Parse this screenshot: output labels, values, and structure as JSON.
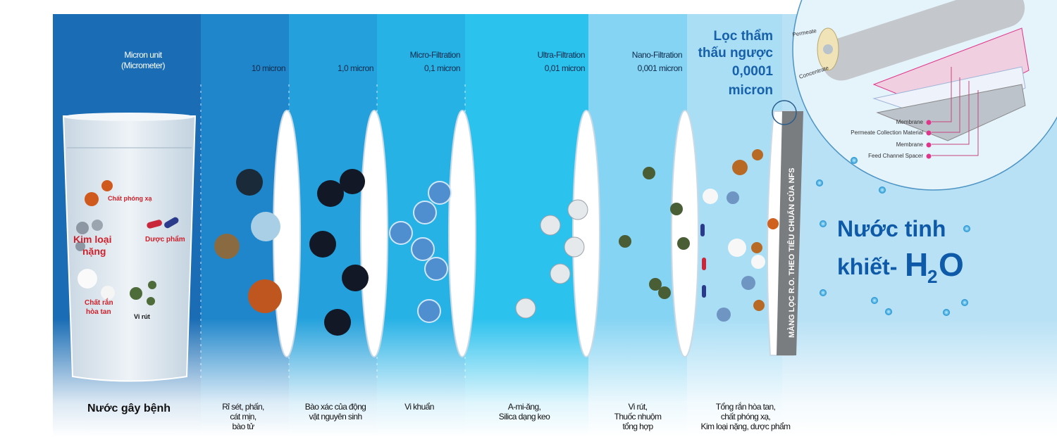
{
  "header": {
    "micron_unit": [
      "Micron unit",
      "(Micrometer)"
    ],
    "stages": [
      {
        "lines": [
          "10 micron"
        ]
      },
      {
        "lines": [
          "1,0 micron"
        ]
      },
      {
        "lines": [
          "Micro-Filtration",
          "0,1 micron"
        ]
      },
      {
        "lines": [
          "Ultra-Filtration",
          "0,01 micron"
        ]
      },
      {
        "lines": [
          "Nano-Filtration",
          "0,001 micron"
        ]
      }
    ],
    "ro_title": [
      "Lọc thẩm",
      "thấu ngược",
      "0,0001",
      "micron"
    ]
  },
  "glass": {
    "labels": {
      "radioactive": "Chất phóng xạ",
      "heavy_metal": [
        "Kim loại",
        "nặng"
      ],
      "pharma": "Dược phẩm",
      "dissolved": [
        "Chất rắn",
        "hòa tan"
      ],
      "virus": "Vi rút"
    }
  },
  "ro_membrane_label": "MÀNG LỌC R.O. THEO TIÊU CHUẨN CỦA NFS",
  "inset": {
    "permeate": "Permeate",
    "concentrate": "Concentrate",
    "layers": [
      "Membrane",
      "Permeate Collection Material",
      "Membrane",
      "Feed Channel Spacer"
    ]
  },
  "result": {
    "line1": "Nước tinh",
    "line2": "khiết-",
    "h": "H",
    "sub": "2",
    "o": "O"
  },
  "footer": [
    {
      "lines": [
        "Nước gây bệnh"
      ]
    },
    {
      "lines": [
        "Rỉ sét, phấn,",
        "cát mịn,",
        "bào tử"
      ]
    },
    {
      "lines": [
        "Bào xác của động",
        "vật nguyên sinh"
      ]
    },
    {
      "lines": [
        "Vi khuẩn"
      ]
    },
    {
      "lines": [
        "A-mi-ăng,",
        "Silica dạng keo"
      ]
    },
    {
      "lines": [
        "Vi rút,",
        "Thuốc nhuộm",
        "tổng hợp"
      ]
    },
    {
      "lines": [
        "Tổng rắn hòa tan,",
        "chất phóng xạ,",
        "Kim loại nặng, dược phẩm"
      ]
    }
  ],
  "colors": {
    "deep_blue": "#1a6db5",
    "title_blue": "#0f5aa8",
    "label_red": "#d0202a",
    "accent_pink": "#e0358a"
  }
}
